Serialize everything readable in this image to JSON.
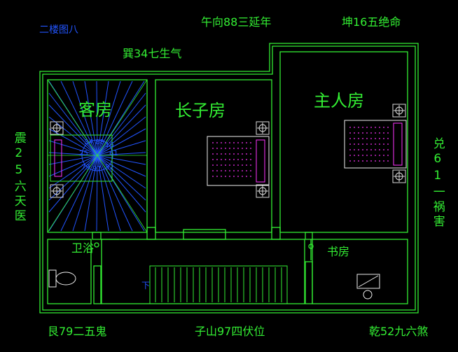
{
  "title": "二楼图八",
  "directions": {
    "top_center": "午向88三延年",
    "top_right": "坤16五绝命",
    "upper_left": "巽34七生气",
    "left": "震25六天医",
    "right": "兑61一祸害",
    "bottom_left": "艮79二五鬼",
    "bottom_center": "子山97四伏位",
    "bottom_right": "乾52九六煞"
  },
  "rooms": {
    "guest": "客房",
    "eldest_son": "长子房",
    "master": "主人房",
    "bathroom": "卫浴",
    "study": "书房"
  },
  "compass_numbers": [
    "34",
    "88",
    "16",
    "25",
    "61",
    "79",
    "97",
    "52"
  ],
  "stair_mark": "下",
  "colors": {
    "background": "#000000",
    "wall": "#33ee33",
    "label": "#33ee33",
    "title": "#2255ff",
    "compass_lines": "#2255ff",
    "furniture": "#ff33ff"
  }
}
